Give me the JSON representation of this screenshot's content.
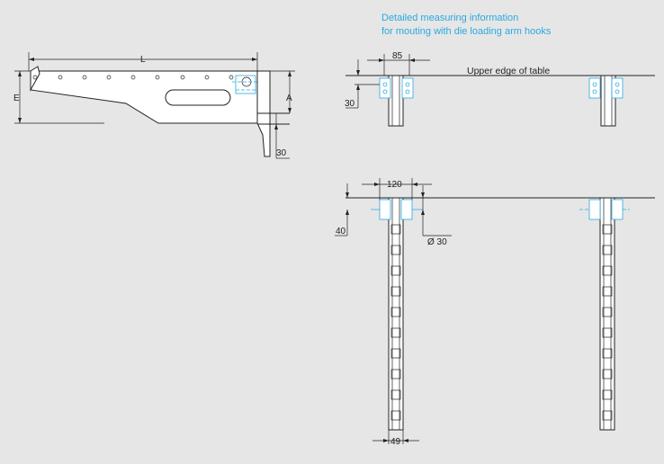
{
  "title_line1": "Detailed measuring information",
  "title_line2": "for mouting with die loading arm hooks",
  "table_label": "Upper edge of table",
  "dim": {
    "L": "L",
    "E": "E",
    "A": "A",
    "d30_side": "30",
    "d85": "85",
    "d30_top": "30",
    "d120": "120",
    "d40": "40",
    "dia30": "Ø 30",
    "d49": "49"
  },
  "colors": {
    "accent": "#2aa9e0",
    "background": "#e6e6e6",
    "line": "#222222"
  }
}
